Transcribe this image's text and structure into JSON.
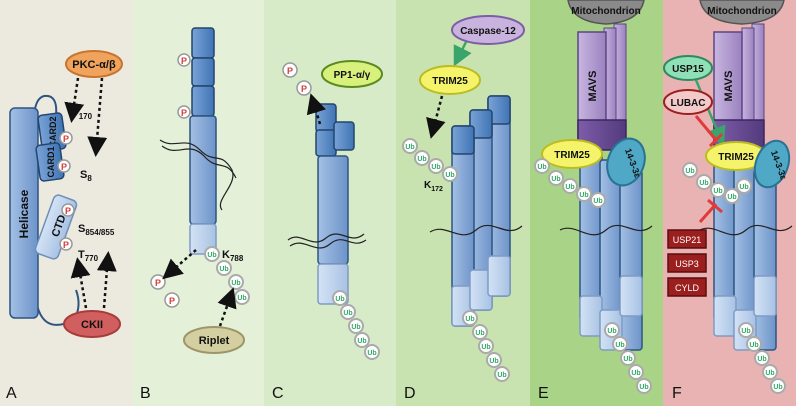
{
  "panels": {
    "a": {
      "letter": "A",
      "helicase": "Helicase",
      "card2": "CARD2",
      "card1": "CARD1",
      "ctd": "CTD",
      "pkc": "PKC-α/β",
      "ckii": "CKII",
      "p": "P",
      "t170": "T",
      "t170_sub": "170",
      "s8": "S",
      "s8_sub": "8",
      "s854": "S",
      "s854_sub": "854/855",
      "t770": "T",
      "t770_sub": "770"
    },
    "b": {
      "letter": "B",
      "riplet": "Riplet",
      "k788": "K",
      "k788_sub": "788",
      "p": "P",
      "ub": "Ub"
    },
    "c": {
      "letter": "C",
      "pp1": "PP1-α/γ",
      "p": "P",
      "ub": "Ub"
    },
    "d": {
      "letter": "D",
      "caspase": "Caspase-12",
      "trim25": "TRIM25",
      "k172": "K",
      "k172_sub": "172",
      "ub": "Ub"
    },
    "e": {
      "letter": "E",
      "mito": "Mitochondrion",
      "mavs": "MAVS",
      "trim25": "TRIM25",
      "p1433": "14-3-3ε",
      "ub": "Ub"
    },
    "f": {
      "letter": "F",
      "mito": "Mitochondrion",
      "mavs": "MAVS",
      "usp15": "USP15",
      "lubac": "LUBAC",
      "trim25": "TRIM25",
      "p1433": "14-3-3ε",
      "usp21": "USP21",
      "usp3": "USP3",
      "cyld": "CYLD",
      "ub": "Ub"
    }
  },
  "colors": {
    "bg_a": "#ece9df",
    "bg_b": "#e4f0d8",
    "bg_c": "#d8ebc8",
    "bg_d": "#c8e2b0",
    "bg_e": "#a9d488",
    "bg_f": "#e9b3b3",
    "blue_dark": "#3f74b4",
    "blue_light": "#b6cde9",
    "pkc": "#f0a35c",
    "ckii": "#d25f5f",
    "riplet": "#d4cfa0",
    "trim25": "#f4f36a",
    "pp1": "#d8f07c",
    "caspase": "#c8b3de",
    "p1433": "#4fa8c6",
    "usp15": "#8fdfb7",
    "mavs": "#b29ccc",
    "mito": "#8a8a8a",
    "dub": "#9c1f1f"
  }
}
